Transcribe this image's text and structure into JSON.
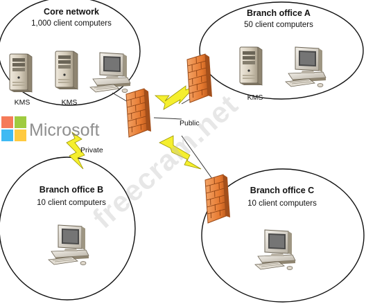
{
  "zones": {
    "core": {
      "title": "Core network",
      "subtitle": "1,000 client computers"
    },
    "branch_a": {
      "title": "Branch office A",
      "subtitle": "50 client computers"
    },
    "branch_b": {
      "title": "Branch office B",
      "subtitle": "10 client computers"
    },
    "branch_c": {
      "title": "Branch office C",
      "subtitle": "10 client computers"
    }
  },
  "servers": {
    "core_kms_1": "KMS",
    "core_kms_2": "KMS",
    "branch_a_kms": "KMS"
  },
  "links": {
    "private_label": "Private",
    "public_label": "Public"
  },
  "watermarks": {
    "logo_text": "Microsoft",
    "site_text": "freecram.net"
  },
  "icons": {
    "server": "server-tower-icon",
    "client": "desktop-computer-icon",
    "firewall": "brick-firewall-icon",
    "wan_link": "lightning-bolt-icon",
    "logo": "microsoft-logo-icon"
  },
  "colors": {
    "firewall": "#e8823a",
    "firewall_dark": "#b85a1f",
    "lightning": "#f5ef2e",
    "lightning_edge": "#9a9400",
    "server_body": "#d9d2c4",
    "ms_red": "#f25022",
    "ms_green": "#7fba00",
    "ms_blue": "#00a4ef",
    "ms_yellow": "#ffb900"
  }
}
